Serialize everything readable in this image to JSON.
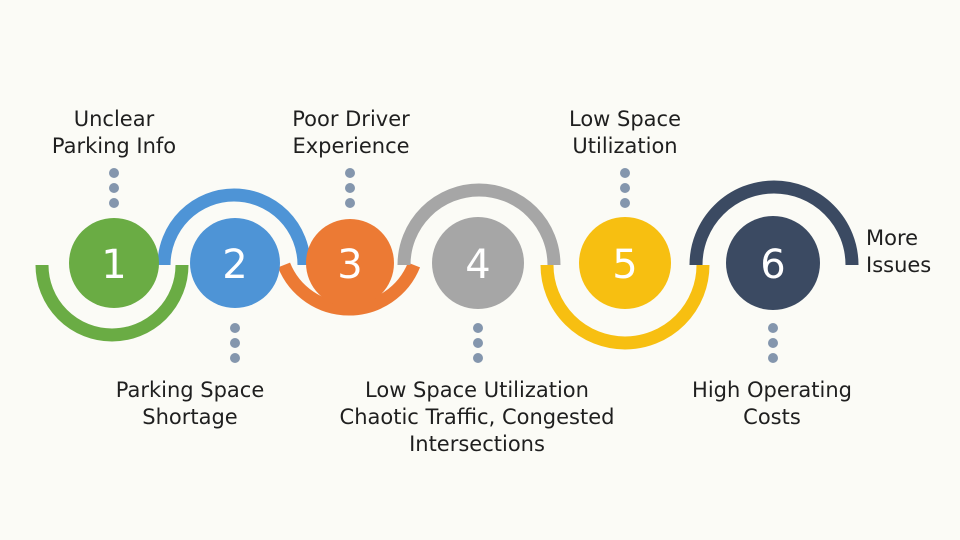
{
  "steps": [
    {
      "number": "1",
      "color": "#6aac44"
    },
    {
      "number": "2",
      "color": "#4e94d6"
    },
    {
      "number": "3",
      "color": "#ec7a34"
    },
    {
      "number": "4",
      "color": "#a6a6a6"
    },
    {
      "number": "5",
      "color": "#f7bf11"
    },
    {
      "number": "6",
      "color": "#3b4a62"
    }
  ],
  "labels": {
    "unclear_parking": [
      "Unclear",
      "Parking Info"
    ],
    "poor_driver": [
      "Poor Driver",
      "Experience"
    ],
    "low_space_top": [
      "Low Space",
      "Utilization"
    ],
    "more_issues": [
      "More",
      "Issues"
    ],
    "parking_shortage": [
      "Parking Space",
      "Shortage"
    ],
    "low_space_bottom": [
      "Low Space Utilization",
      "Chaotic Traffic, Congested",
      "Intersections"
    ],
    "high_costs": [
      "High Operating",
      "Costs"
    ]
  },
  "connector_color": "#8496ad"
}
